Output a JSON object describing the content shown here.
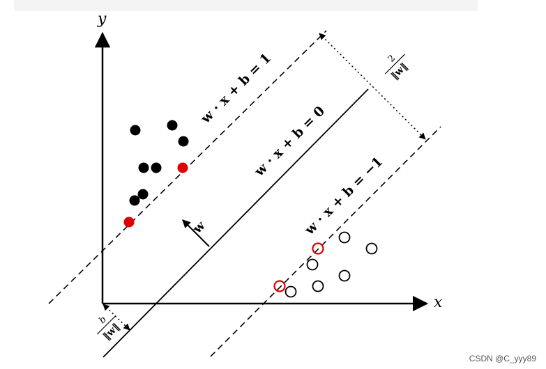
{
  "axes": {
    "x_label": "x",
    "y_label": "y"
  },
  "lines": {
    "plus": "w · x + b = 1",
    "zero": "w · x + b = 0",
    "minus": "w · x + b = −1"
  },
  "normal_label": "w",
  "margin_label": {
    "num": "2",
    "den": "‖w‖"
  },
  "bias_label": {
    "num": "b",
    "den": "‖w‖"
  },
  "watermark": "CSDN @C_yyy89",
  "colors": {
    "ink": "#000000",
    "support": "#e00000"
  }
}
